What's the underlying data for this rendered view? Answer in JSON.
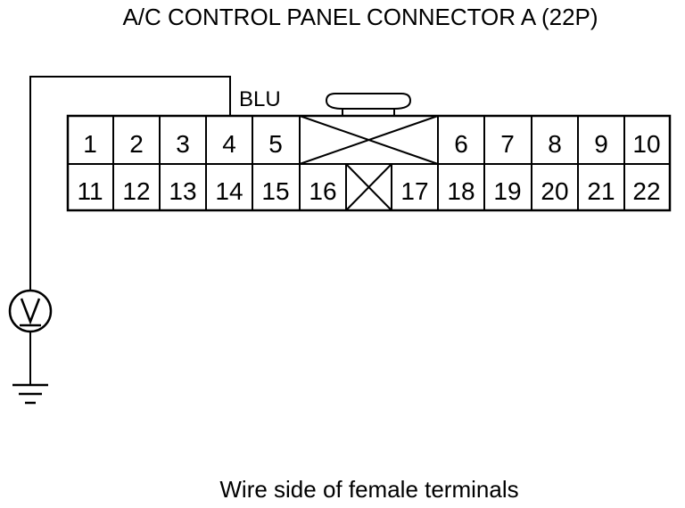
{
  "title": "A/C CONTROL PANEL CONNECTOR A (22P)",
  "wire_color": "BLU",
  "caption": "Wire side of female terminals",
  "connector": {
    "top_row": [
      "1",
      "2",
      "3",
      "4",
      "5",
      "6",
      "7",
      "8",
      "9",
      "10"
    ],
    "bottom_row": [
      "11",
      "12",
      "13",
      "14",
      "15",
      "16",
      "17",
      "18",
      "19",
      "20",
      "21",
      "22"
    ]
  }
}
